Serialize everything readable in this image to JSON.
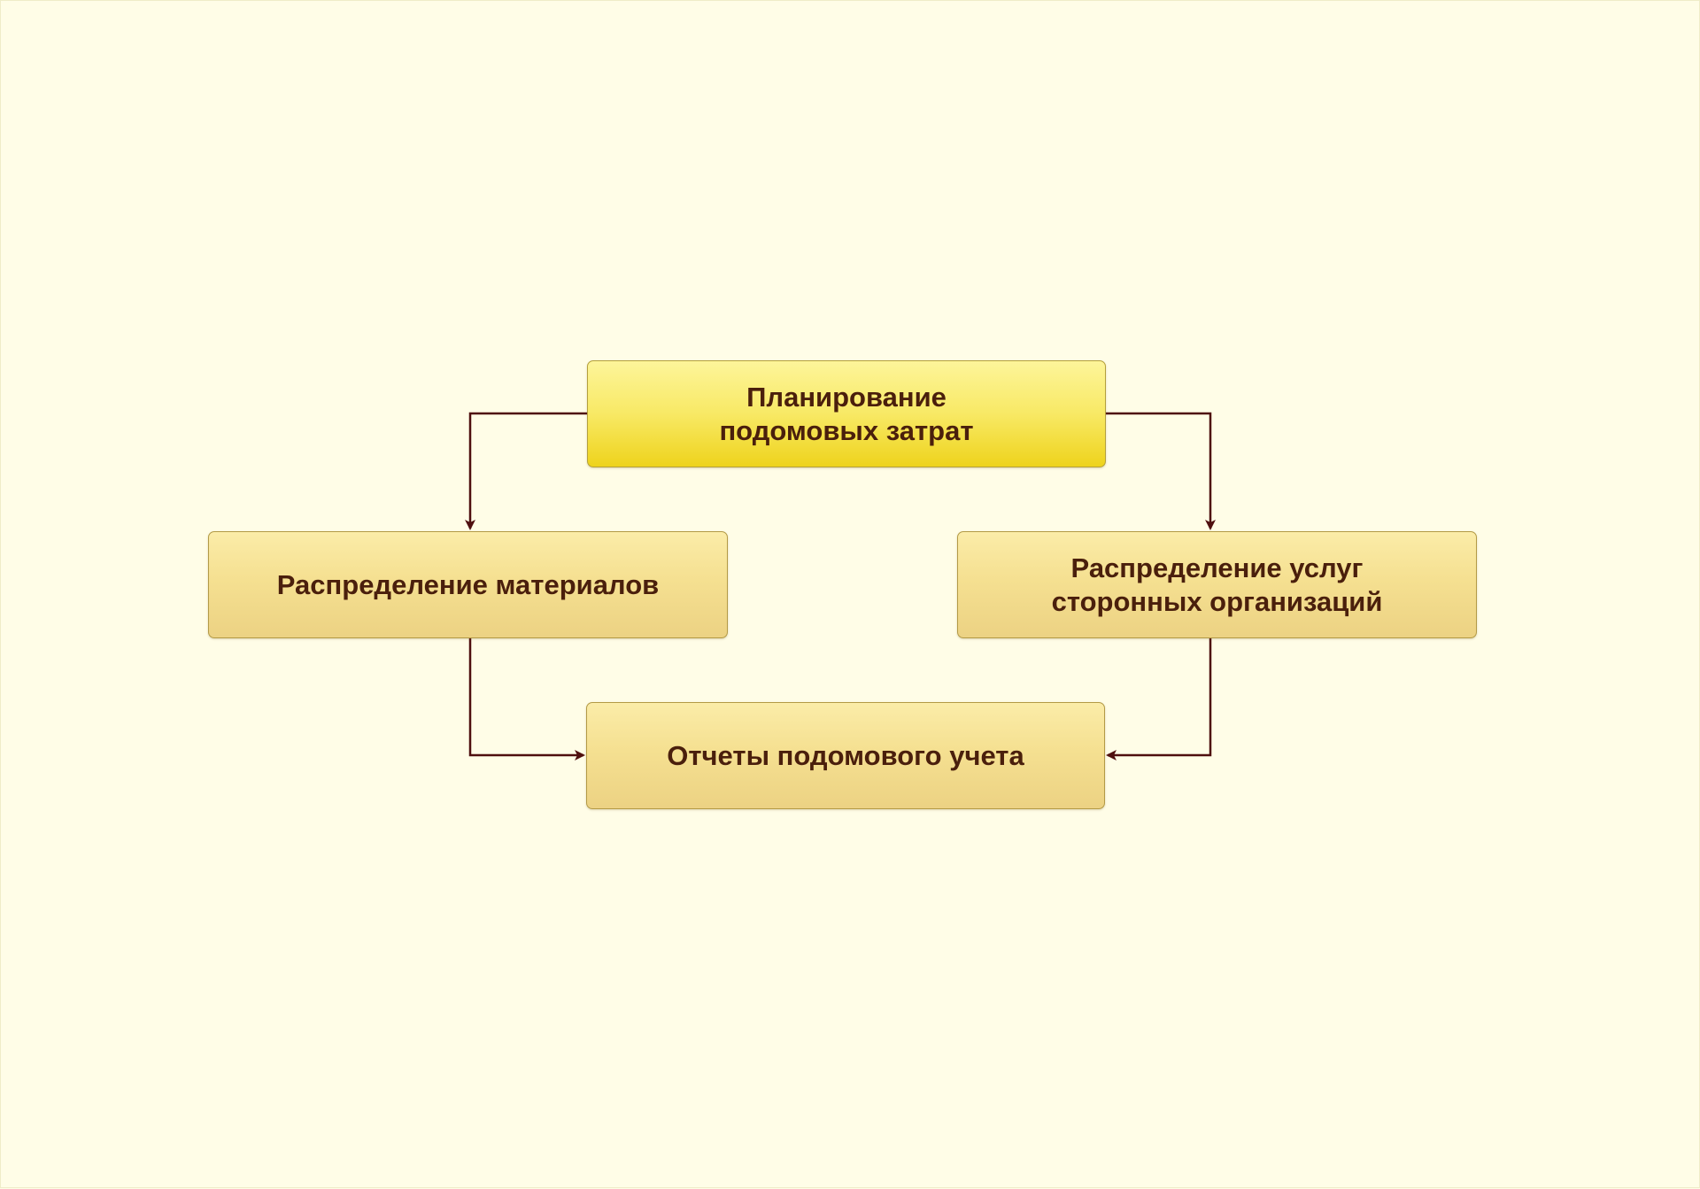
{
  "diagram": {
    "colors": {
      "background": "#fffde7",
      "connector": "#4f0f0f",
      "primary_node_top": "#fdf59a",
      "primary_node_bottom": "#eed31c",
      "secondary_node_top": "#fbeca8",
      "secondary_node_bottom": "#ecd283",
      "node_border": "#b39a46",
      "text": "#4a1f0c"
    },
    "nodes": {
      "planning": "Планирование\nподомовых затрат",
      "materials": "Распределение материалов",
      "services": "Распределение услуг\nсторонных организаций",
      "reports": "Отчеты подомового учета"
    },
    "connections": [
      {
        "from": "planning",
        "to": "materials"
      },
      {
        "from": "planning",
        "to": "services"
      },
      {
        "from": "materials",
        "to": "reports"
      },
      {
        "from": "services",
        "to": "reports"
      }
    ]
  }
}
